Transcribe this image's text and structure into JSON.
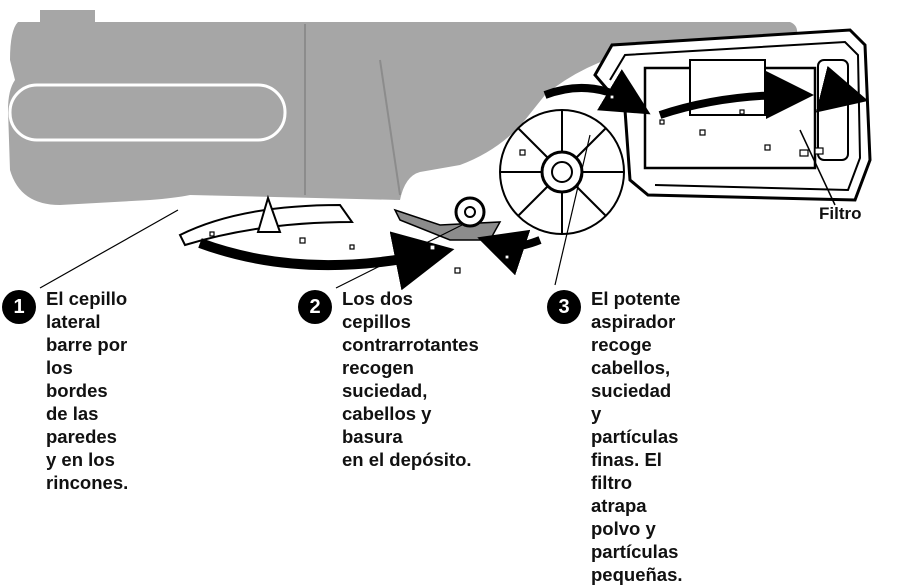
{
  "colors": {
    "robot_body": "#a6a6a6",
    "outline": "#000000",
    "arrow": "#000000",
    "background": "#ffffff",
    "badge_bg": "#000000",
    "badge_text": "#ffffff"
  },
  "filter_label": "Filtro",
  "steps": [
    {
      "number": "1",
      "text": "El cepillo lateral\nbarre por los\nbordes de las\nparedes y en los\nrincones."
    },
    {
      "number": "2",
      "text": "Los dos cepillos\ncontrarrotantes\nrecogen suciedad,\ncabellos y basura\nen el depósito."
    },
    {
      "number": "3",
      "text": "El potente aspirador recoge\ncabellos, suciedad y partículas\nfinas. El filtro atrapa polvo y\npartículas pequeñas."
    }
  ]
}
